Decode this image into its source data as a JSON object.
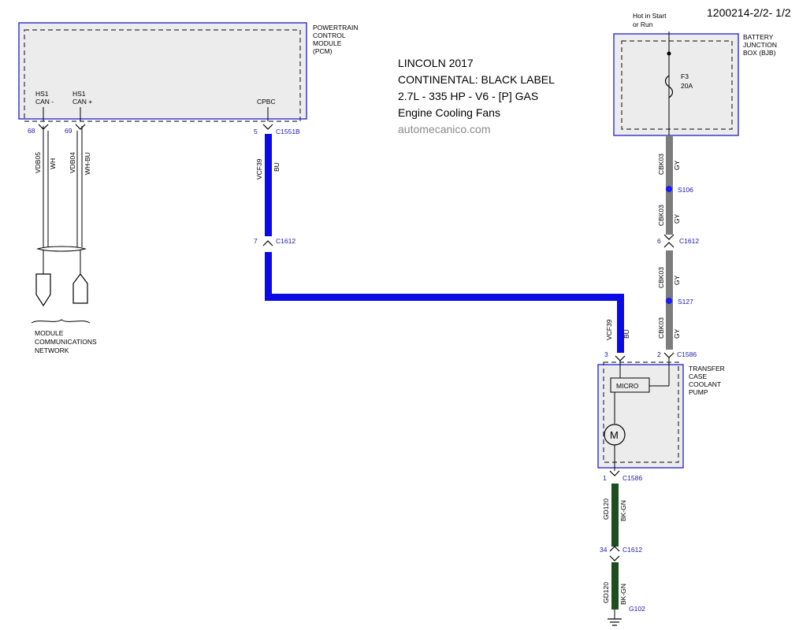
{
  "page_id": "1200214-2/2- 1/2",
  "title_lines": [
    "LINCOLN 2017",
    "CONTINENTAL: BLACK LABEL",
    "2.7L - 335 HP - V6 - [P] GAS",
    "Engine Cooling Fans"
  ],
  "watermark": "automecanico.com",
  "colors": {
    "blue_wire": "#0a0ae6",
    "gray_wire": "#7d7d7d",
    "ground_wire": "#1f4d1f",
    "box_border": "#3a3ad0",
    "box_fill": "#ececec"
  },
  "pcm": {
    "name_lines": [
      "POWERTRAIN",
      "CONTROL",
      "MODULE",
      "(PCM)"
    ],
    "pin_hs1_can_minus": [
      "HS1",
      "CAN -"
    ],
    "pin_hs1_can_plus": [
      "HS1",
      "CAN +"
    ],
    "pin_cpbc": "CPBC"
  },
  "can_wires": {
    "minus": {
      "pin": "68",
      "circuit": "VDB05",
      "color": "WH"
    },
    "plus": {
      "pin": "69",
      "circuit": "VDB04",
      "color": "WH-BU"
    }
  },
  "network_label": [
    "MODULE",
    "COMMUNICATIONS",
    "NETWORK"
  ],
  "cpbc_wire": {
    "pin_top": "5",
    "connector_top": "C1551B",
    "circuit": "VCF39",
    "color": "BU",
    "pin_mid": "7",
    "connector_mid": "C1612",
    "pin_bottom": "3",
    "connector_bottom": "C1586"
  },
  "bjb": {
    "supply_label": [
      "Hot in Start",
      "or Run"
    ],
    "name_lines": [
      "BATTERY",
      "JUNCTION",
      "BOX (BJB)"
    ],
    "fuse_name": "F3",
    "fuse_rating": "20A"
  },
  "gray_wire": {
    "segments": [
      {
        "circuit": "CBK03",
        "color": "GY"
      },
      {
        "circuit": "CBK03",
        "color": "GY"
      },
      {
        "circuit": "CBK03",
        "color": "GY"
      },
      {
        "circuit": "CBK03",
        "color": "GY"
      }
    ],
    "splice_1": "S106",
    "pin_c1612": "6",
    "connector_c1612": "C1612",
    "splice_2": "S127",
    "pin_c1586": "2",
    "connector_c1586": "C1586"
  },
  "pump": {
    "name_lines": [
      "TRANSFER",
      "CASE",
      "COOLANT",
      "PUMP"
    ],
    "micro_label": "MICRO",
    "motor_label": "M"
  },
  "ground_wire": {
    "pin_top": "1",
    "connector_top": "C1586",
    "circuit": "GD120",
    "color": "BK-GN",
    "pin_mid": "34",
    "connector_mid": "C1612",
    "ground_name": "G102"
  }
}
